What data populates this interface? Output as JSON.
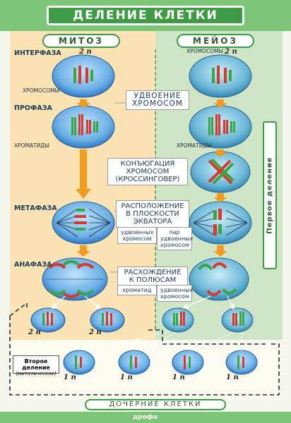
{
  "title": "ДЕЛЕНИЕ КЛЕТКИ",
  "columns": {
    "mitosis": "МИТОЗ",
    "meiosis": "МЕЙОЗ"
  },
  "phases": {
    "interphase": "ИНТЕРФАЗА",
    "prophase": "ПРОФАЗА",
    "metaphase": "МЕТАФАЗА",
    "anaphase": "АНАФАЗА"
  },
  "ploidy": {
    "two_n": "2 n",
    "one_n": "1 n"
  },
  "labels": {
    "chromosomes_mitosis": "ХРОМОСОМЫ",
    "chromosomes_meiosis": "ХРОМОСОМЫ",
    "chromatids_mitosis": "ХРОМАТИДЫ",
    "chromatids_meiosis": "ХРОМАТИДЫ",
    "doubled_chromosomes": [
      "удвоенных",
      "хромосом"
    ],
    "pair_doubled": [
      "пар",
      "удвоенных",
      "хромосом"
    ],
    "chromatid_word": "хроматид",
    "doubled_chromosomes_2": [
      "удвоенных",
      "хромосом"
    ]
  },
  "center_labels": {
    "duplication": [
      "УДВОЕНИЕ",
      "ХРОМОСОМ"
    ],
    "conjugation": [
      "КОНЪЮГАЦИЯ",
      "ХРОМОСОМ",
      "(КРОССИНГОВЕР)"
    ],
    "alignment": [
      "РАСПОЛОЖЕНИЕ",
      "В ПЛОСКОСТИ",
      "ЭКВАТОРА"
    ],
    "separation": [
      "РАСХОЖДЕНИЕ",
      "К ПОЛЮСАМ"
    ]
  },
  "first_division": "Первое деление",
  "second_division": {
    "line1": "Второе",
    "line2": "деление",
    "line3": "(митотическое)"
  },
  "daughter_cells": "ДОЧЕРНИЕ КЛЕТКИ",
  "publisher": "дрофа",
  "colors": {
    "green_frame": "#7cc576",
    "green_dark": "#3d9b44",
    "mitosis_bg": "#fbe3b3",
    "meiosis_bg": "#cfe6c6",
    "cell_fill": "#4a8fd0",
    "chrom_red": "#d7392d",
    "chrom_green": "#3aa544",
    "arrow_orange": "#f39a1f"
  }
}
